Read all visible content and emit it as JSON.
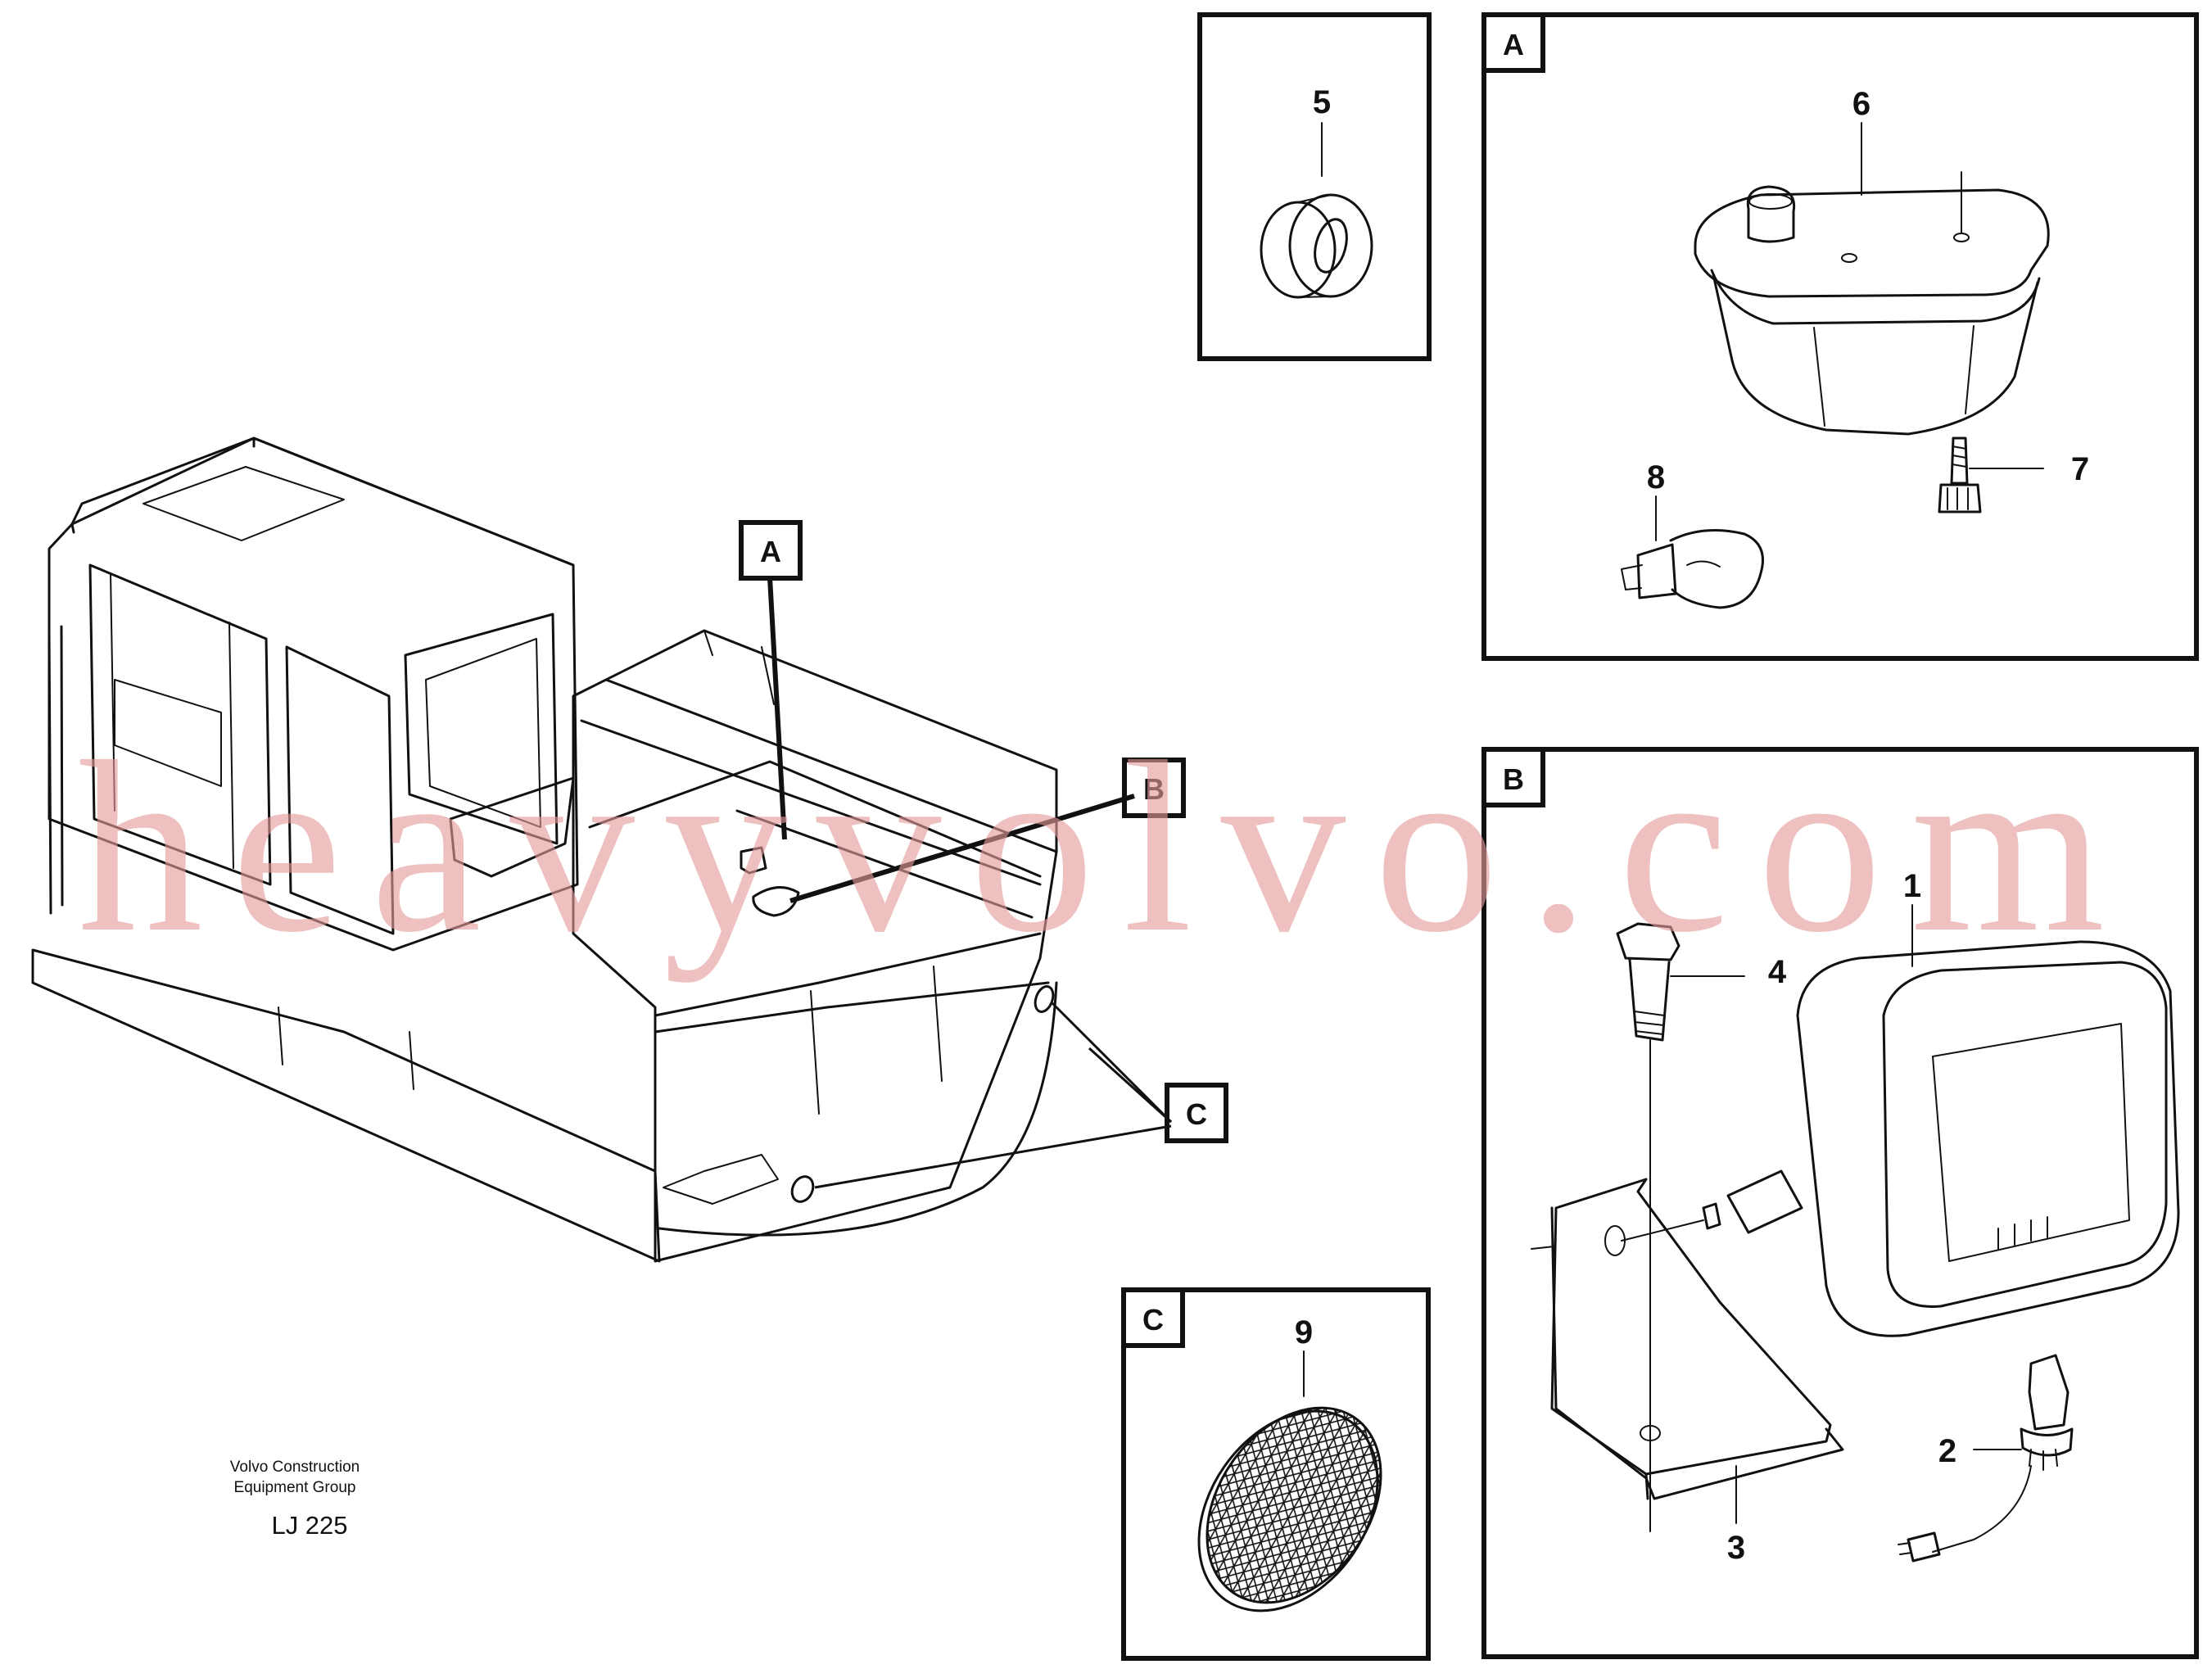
{
  "callout_tags": {
    "main_a": "A",
    "main_b": "B",
    "main_c": "C",
    "panel_a": "A",
    "panel_b": "B",
    "panel_c": "C"
  },
  "part_numbers": {
    "p1": "1",
    "p2": "2",
    "p3": "3",
    "p4": "4",
    "p5": "5",
    "p6": "6",
    "p7": "7",
    "p8": "8",
    "p9": "9"
  },
  "caption": {
    "line1": "Volvo Construction",
    "line2": "Equipment Group",
    "code": "LJ 225"
  },
  "watermark": "heavyvolvo.com",
  "colors": {
    "line": "#111111",
    "watermark": "#e59a9a",
    "background": "#ffffff"
  }
}
